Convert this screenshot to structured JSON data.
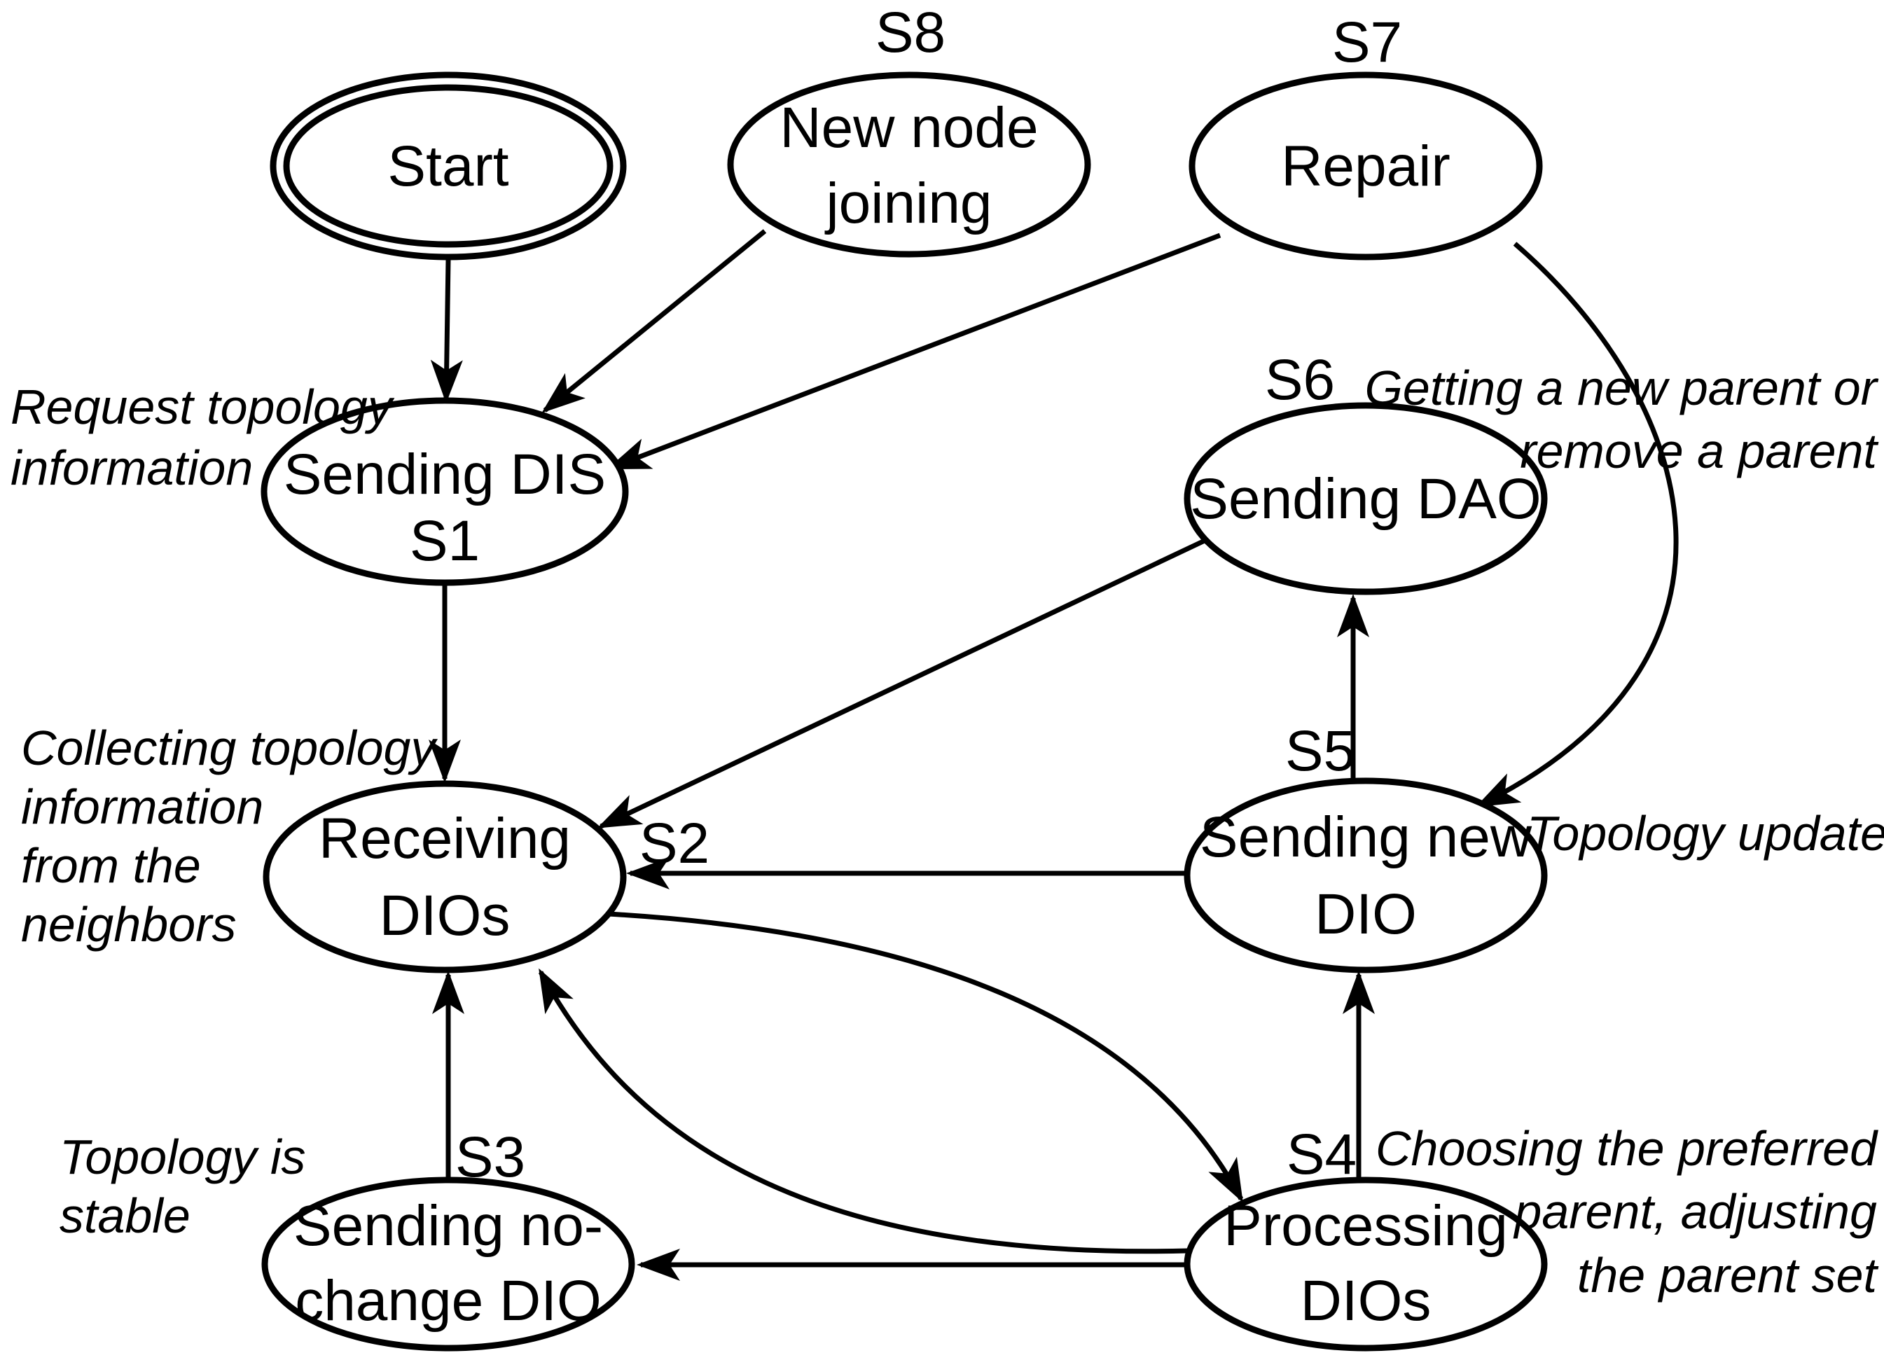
{
  "colors": {
    "stroke": "#000000",
    "background": "#ffffff"
  },
  "nodes": {
    "start": {
      "lines": [
        "Start"
      ],
      "shape": "double-ellipse"
    },
    "s8": {
      "id": "S8",
      "lines": [
        "New node",
        "joining"
      ]
    },
    "s7": {
      "id": "S7",
      "lines": [
        "Repair"
      ]
    },
    "s1": {
      "id": "S1",
      "lines": [
        "Sending DIS"
      ]
    },
    "s6": {
      "id": "S6",
      "lines": [
        "Sending DAO"
      ]
    },
    "s2": {
      "id": "S2",
      "lines": [
        "Receiving",
        "DIOs"
      ]
    },
    "s5": {
      "id": "S5",
      "lines": [
        "Sending new",
        "DIO"
      ]
    },
    "s3": {
      "id": "S3",
      "lines": [
        "Sending no-",
        "change DIO"
      ]
    },
    "s4": {
      "id": "S4",
      "lines": [
        "Processing",
        "DIOs"
      ]
    }
  },
  "annotations": {
    "request_topology": {
      "lines": [
        "Request topology",
        "information"
      ]
    },
    "collecting_topology": {
      "lines": [
        "Collecting topology",
        "information",
        "from the",
        "neighbors"
      ]
    },
    "topology_stable": {
      "lines": [
        "Topology is",
        "stable"
      ]
    },
    "getting_parent": {
      "lines": [
        "Getting a new parent or",
        "remove a parent"
      ]
    },
    "topology_update": {
      "lines": [
        "Topology update"
      ]
    },
    "choosing_parent": {
      "lines": [
        "Choosing the preferred",
        "parent, adjusting",
        "the parent set"
      ]
    }
  },
  "edges": [
    {
      "from": "start",
      "to": "s1"
    },
    {
      "from": "s8",
      "to": "s1"
    },
    {
      "from": "s7",
      "to": "s1"
    },
    {
      "from": "s1",
      "to": "s2"
    },
    {
      "from": "s6",
      "to": "s2"
    },
    {
      "from": "s5",
      "to": "s6"
    },
    {
      "from": "s7",
      "to": "s5"
    },
    {
      "from": "s5",
      "to": "s2"
    },
    {
      "from": "s2",
      "to": "s4"
    },
    {
      "from": "s4",
      "to": "s2"
    },
    {
      "from": "s4",
      "to": "s5"
    },
    {
      "from": "s4",
      "to": "s3"
    },
    {
      "from": "s3",
      "to": "s2"
    }
  ]
}
